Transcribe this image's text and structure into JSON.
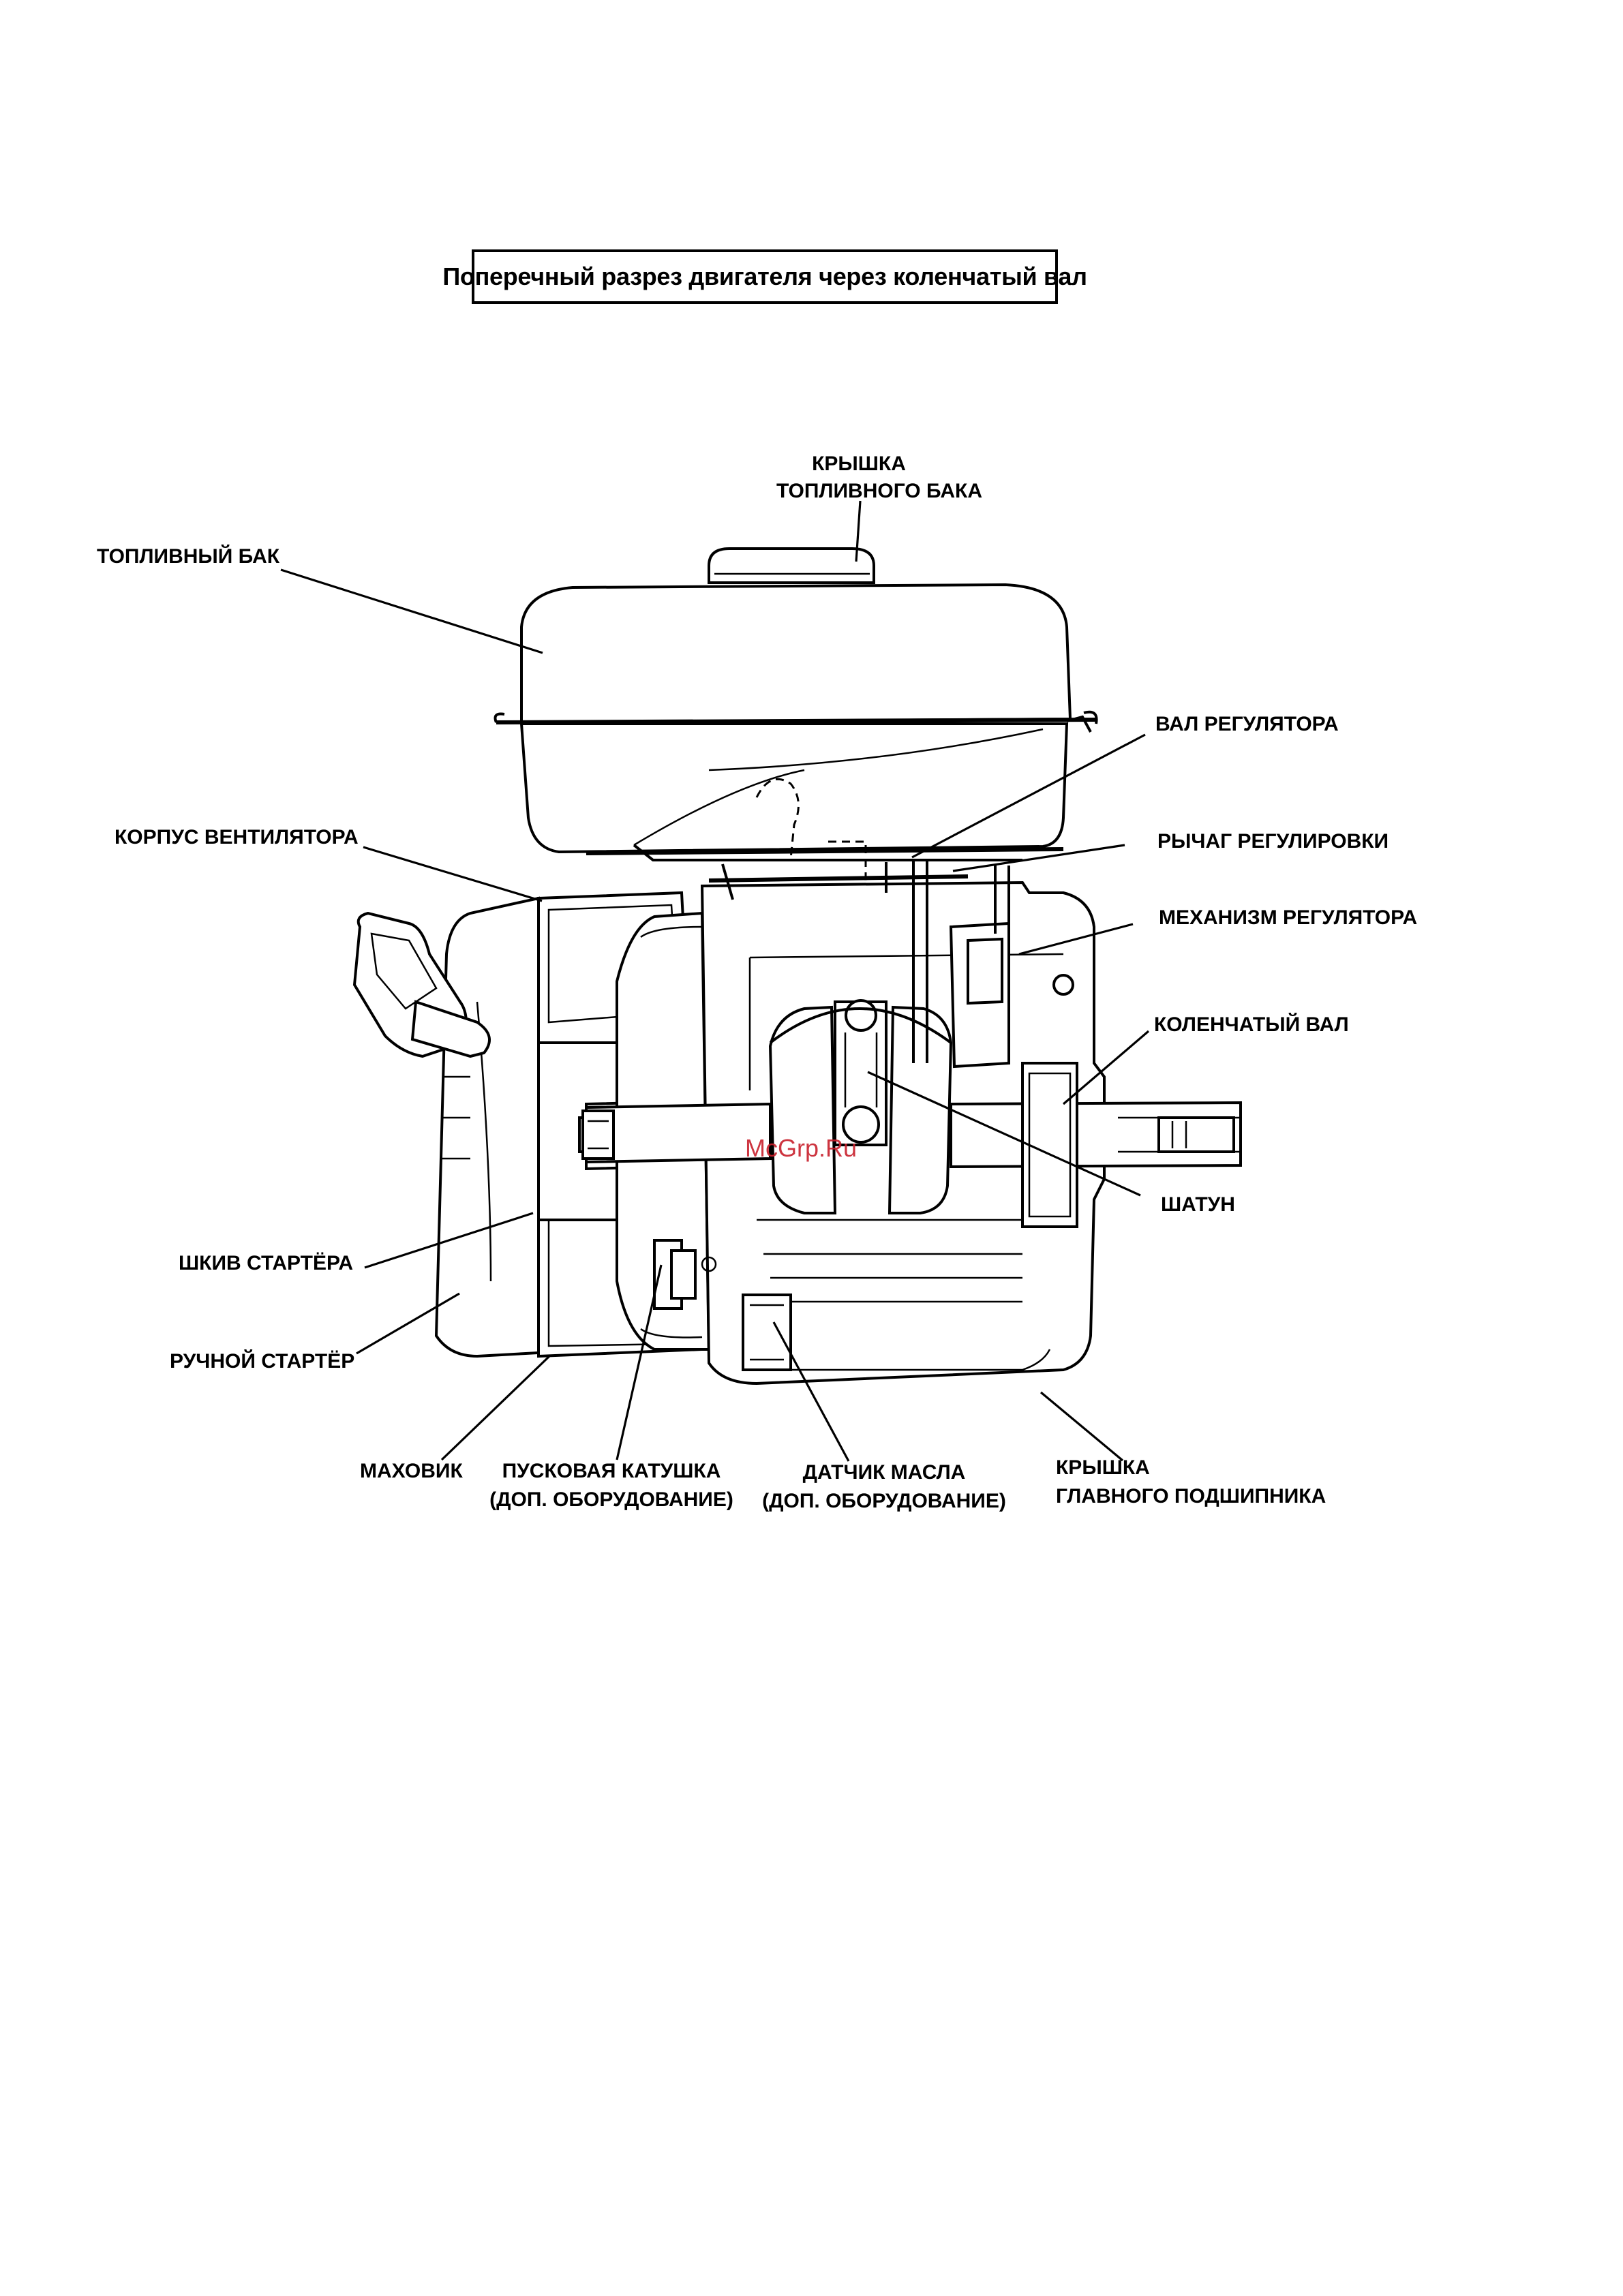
{
  "title": "Поперечный разрез двигателя через коленчатый вал",
  "watermark": "McGrp.Ru",
  "labels": {
    "fuel_tank_cap": [
      "КРЫШКА",
      "ТОПЛИВНОГО БАКА"
    ],
    "fuel_tank": "ТОПЛИВНЫЙ БАК",
    "governor_shaft": "ВАЛ РЕГУЛЯТОРА",
    "fan_cover": "КОРПУС ВЕНТИЛЯТОРА",
    "control_lever": "РЫЧАГ РЕГУЛИРОВКИ",
    "governor_mechanism": "МЕХАНИЗМ РЕГУЛЯТОРА",
    "crankshaft": "КОЛЕНЧАТЫЙ ВАЛ",
    "connecting_rod": "ШАТУН",
    "starter_pulley": "ШКИВ СТАРТЁРА",
    "recoil_starter": "РУЧНОЙ СТАРТЁР",
    "flywheel": "МАХОВИК",
    "ignition_coil": [
      "ПУСКОВАЯ КАТУШКА",
      "(ДОП. ОБОРУДОВАНИЕ)"
    ],
    "oil_sensor": [
      "ДАТЧИК МАСЛА",
      "(ДОП. ОБОРУДОВАНИЕ)"
    ],
    "main_bearing_cover": [
      "КРЫШКА",
      "ГЛАВНОГО ПОДШИПНИКА"
    ]
  }
}
